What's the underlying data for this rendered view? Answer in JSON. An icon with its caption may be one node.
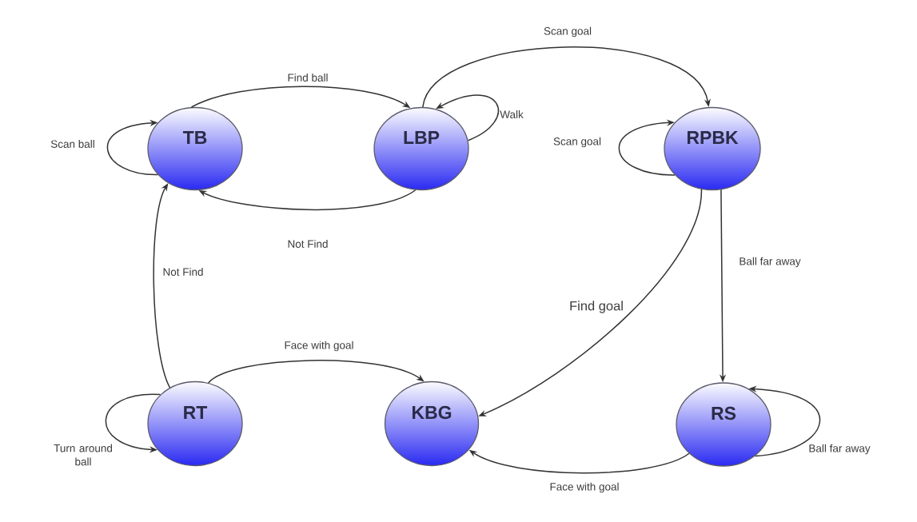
{
  "diagram": {
    "nodes": [
      {
        "text": [
          "TB"
        ]
      },
      {
        "text": [
          "LBP"
        ]
      },
      {
        "text": [
          "RPBK"
        ]
      },
      {
        "text": [
          "RT"
        ]
      },
      {
        "text": [
          "KBG"
        ]
      },
      {
        "text": [
          "RS"
        ]
      }
    ],
    "edges": [
      {
        "from": 0,
        "to": 0,
        "arrow": "to",
        "label": "Scan ball"
      },
      {
        "from": 0,
        "to": 1,
        "arrow": "to",
        "label": "Find ball"
      },
      {
        "from": 1,
        "to": 1,
        "arrow": "to",
        "label": "Walk"
      },
      {
        "from": 1,
        "to": 0,
        "arrow": "to",
        "label": "Not Find"
      },
      {
        "from": 1,
        "to": 2,
        "arrow": "to",
        "label": "Scan goal"
      },
      {
        "from": 2,
        "to": 2,
        "arrow": "to",
        "label": "Scan goal"
      },
      {
        "from": 2,
        "to": 5,
        "arrow": "to",
        "label": "Ball far away"
      },
      {
        "from": 2,
        "to": 4,
        "arrow": "to",
        "label": "Find goal"
      },
      {
        "from": 3,
        "to": 0,
        "arrow": "to",
        "label": "Not Find"
      },
      {
        "from": 3,
        "to": 3,
        "arrow": "to",
        "label": "Turn around ball"
      },
      {
        "from": 3,
        "to": 4,
        "arrow": "to",
        "label": "Face with goal"
      },
      {
        "from": 5,
        "to": 5,
        "arrow": "to",
        "label": "Ball far away"
      },
      {
        "from": 5,
        "to": 4,
        "arrow": "to",
        "label": "Face with goal"
      }
    ]
  }
}
